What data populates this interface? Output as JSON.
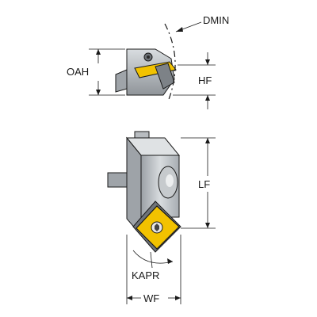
{
  "labels": {
    "dmin": "DMIN",
    "oah": "OAH",
    "hf": "HF",
    "lf": "LF",
    "kapr": "KAPR",
    "wf": "WF"
  },
  "colors": {
    "body_gray": "#c9cdd1",
    "body_dark": "#8e9398",
    "insert_yellow": "#f2c200",
    "line": "#1a1a1a"
  }
}
